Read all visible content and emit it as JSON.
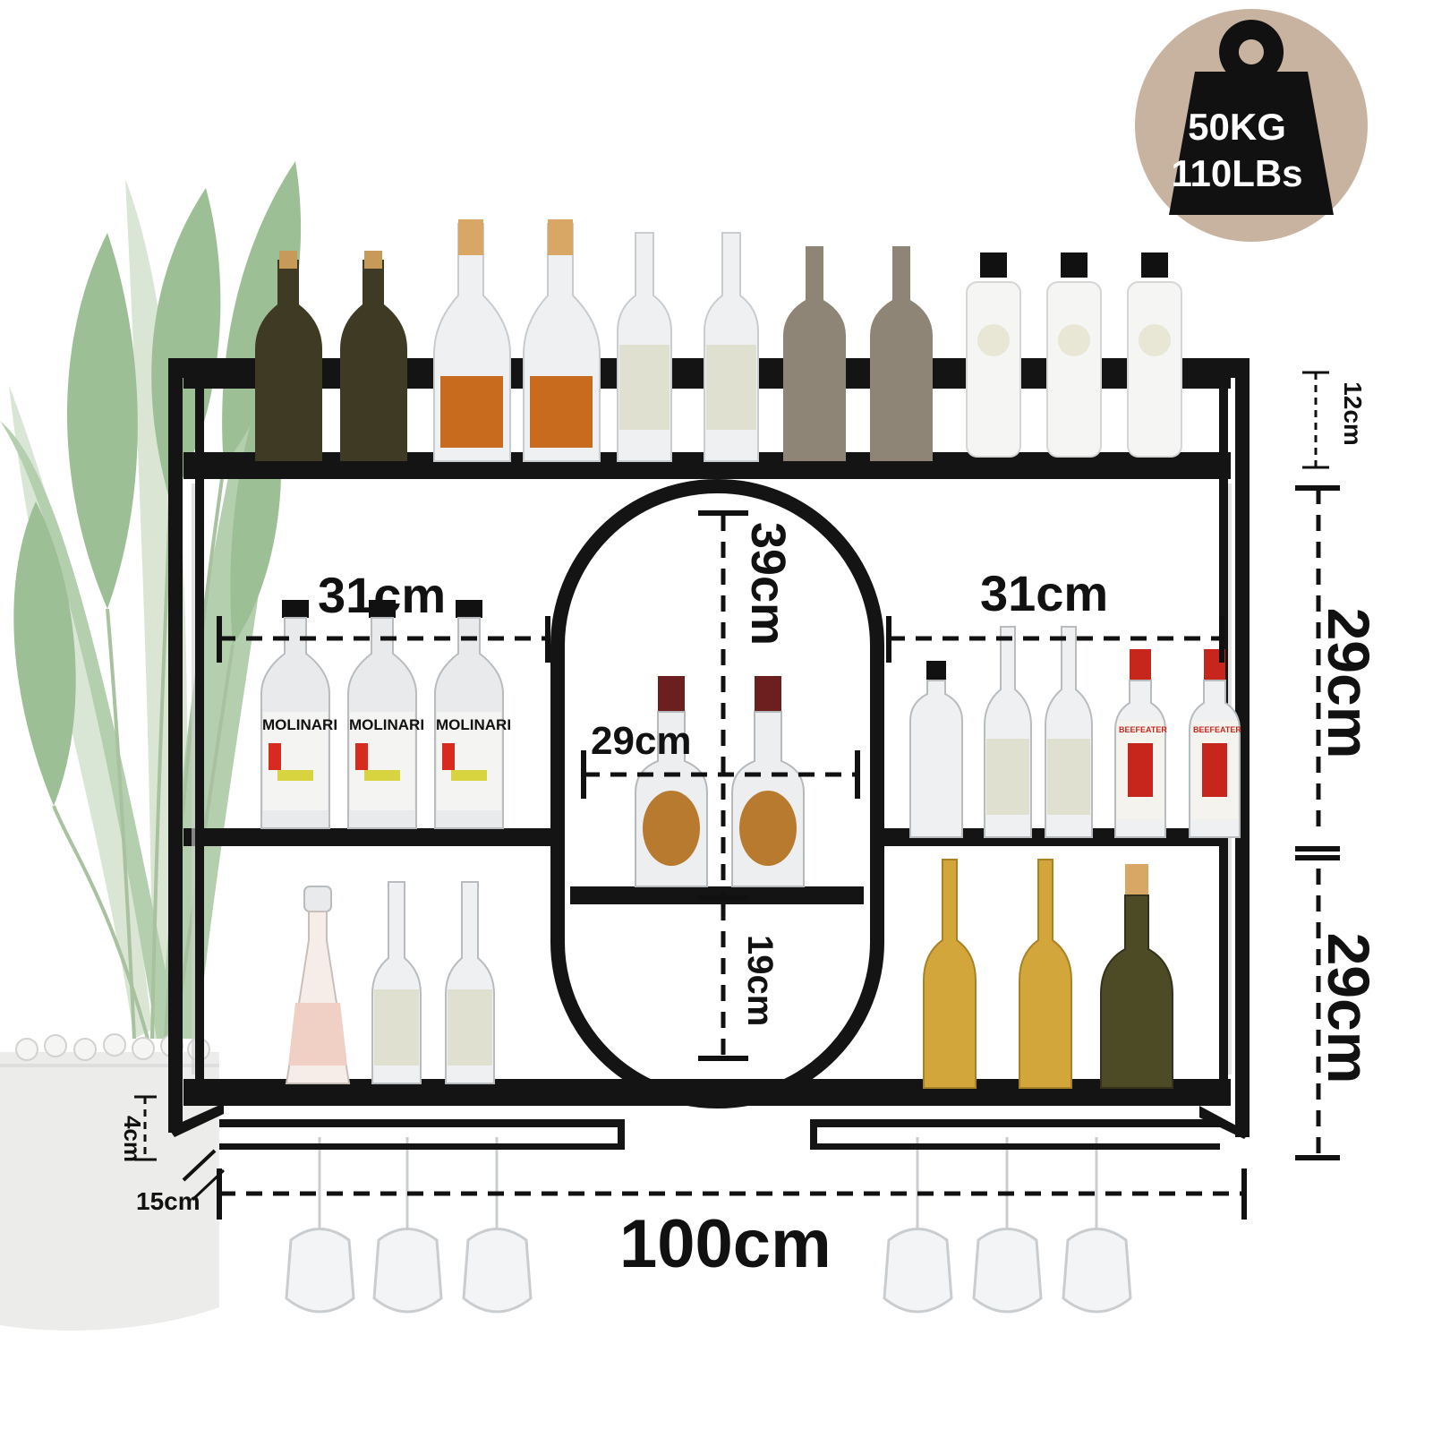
{
  "capacity_badge": {
    "weight_kg": "50KG",
    "weight_lbs": "110LBs",
    "icon": "weight-icon",
    "background_color": "#c8b3a0"
  },
  "dimensions": {
    "left_width": "31cm",
    "right_width": "31cm",
    "center_width": "29cm",
    "total_width": "100cm",
    "depth": "15cm",
    "top_rail_height": "12cm",
    "upper_height": "29cm",
    "lower_height": "29cm",
    "center_upper_height": "39cm",
    "center_lower_height": "19cm",
    "glass_rack_height": "4cm"
  },
  "label_texts": {
    "left_middle": "MOLINARI",
    "right_middle": "BEEFEATER"
  },
  "colors": {
    "frame": "#141414",
    "plant": "#9cbf95",
    "pot": "#ececea"
  }
}
